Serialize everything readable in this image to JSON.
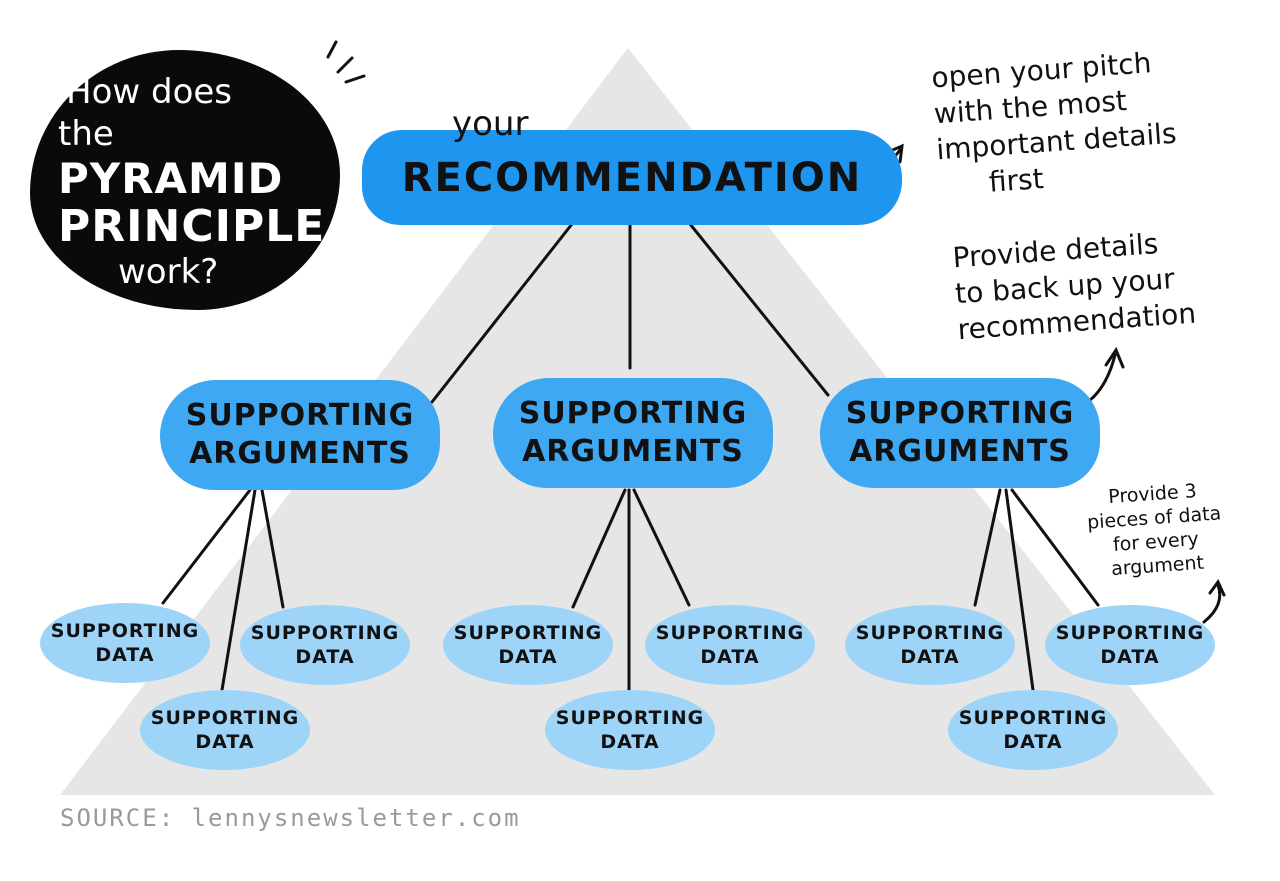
{
  "title": {
    "line1": "How does",
    "line2_prefix": "the",
    "line2_emphasis": "PYRAMID",
    "line3": "PRINCIPLE",
    "line4": "work?"
  },
  "colors": {
    "recommendation": "#1e96f0",
    "argument": "#3fa8f2",
    "data": "#9dd4f8",
    "pyramid": "#e6e6e6",
    "title_blob": "#0a0a0a",
    "source_text": "#9a9a9a"
  },
  "recommendation": {
    "prefix": "your",
    "label": "RECOMMENDATION"
  },
  "arguments": [
    {
      "line1": "SUPPORTING",
      "line2": "ARGUMENTS",
      "data": [
        {
          "line1": "SUPPORTING",
          "line2": "DATA"
        },
        {
          "line1": "SUPPORTING",
          "line2": "DATA"
        },
        {
          "line1": "SUPPORTING",
          "line2": "DATA"
        }
      ]
    },
    {
      "line1": "SUPPORTING",
      "line2": "ARGUMENTS",
      "data": [
        {
          "line1": "SUPPORTING",
          "line2": "DATA"
        },
        {
          "line1": "SUPPORTING",
          "line2": "DATA"
        },
        {
          "line1": "SUPPORTING",
          "line2": "DATA"
        }
      ]
    },
    {
      "line1": "SUPPORTING",
      "line2": "ARGUMENTS",
      "data": [
        {
          "line1": "SUPPORTING",
          "line2": "DATA"
        },
        {
          "line1": "SUPPORTING",
          "line2": "DATA"
        },
        {
          "line1": "SUPPORTING",
          "line2": "DATA"
        }
      ]
    }
  ],
  "annotations": {
    "top": [
      "open your pitch",
      "with the most",
      "important details",
      "first"
    ],
    "middle": [
      "Provide details",
      "to back up your",
      "recommendation"
    ],
    "bottom": [
      "Provide 3",
      "pieces of data",
      "for every",
      "argument"
    ]
  },
  "source": "SOURCE: lennysnewsletter.com"
}
